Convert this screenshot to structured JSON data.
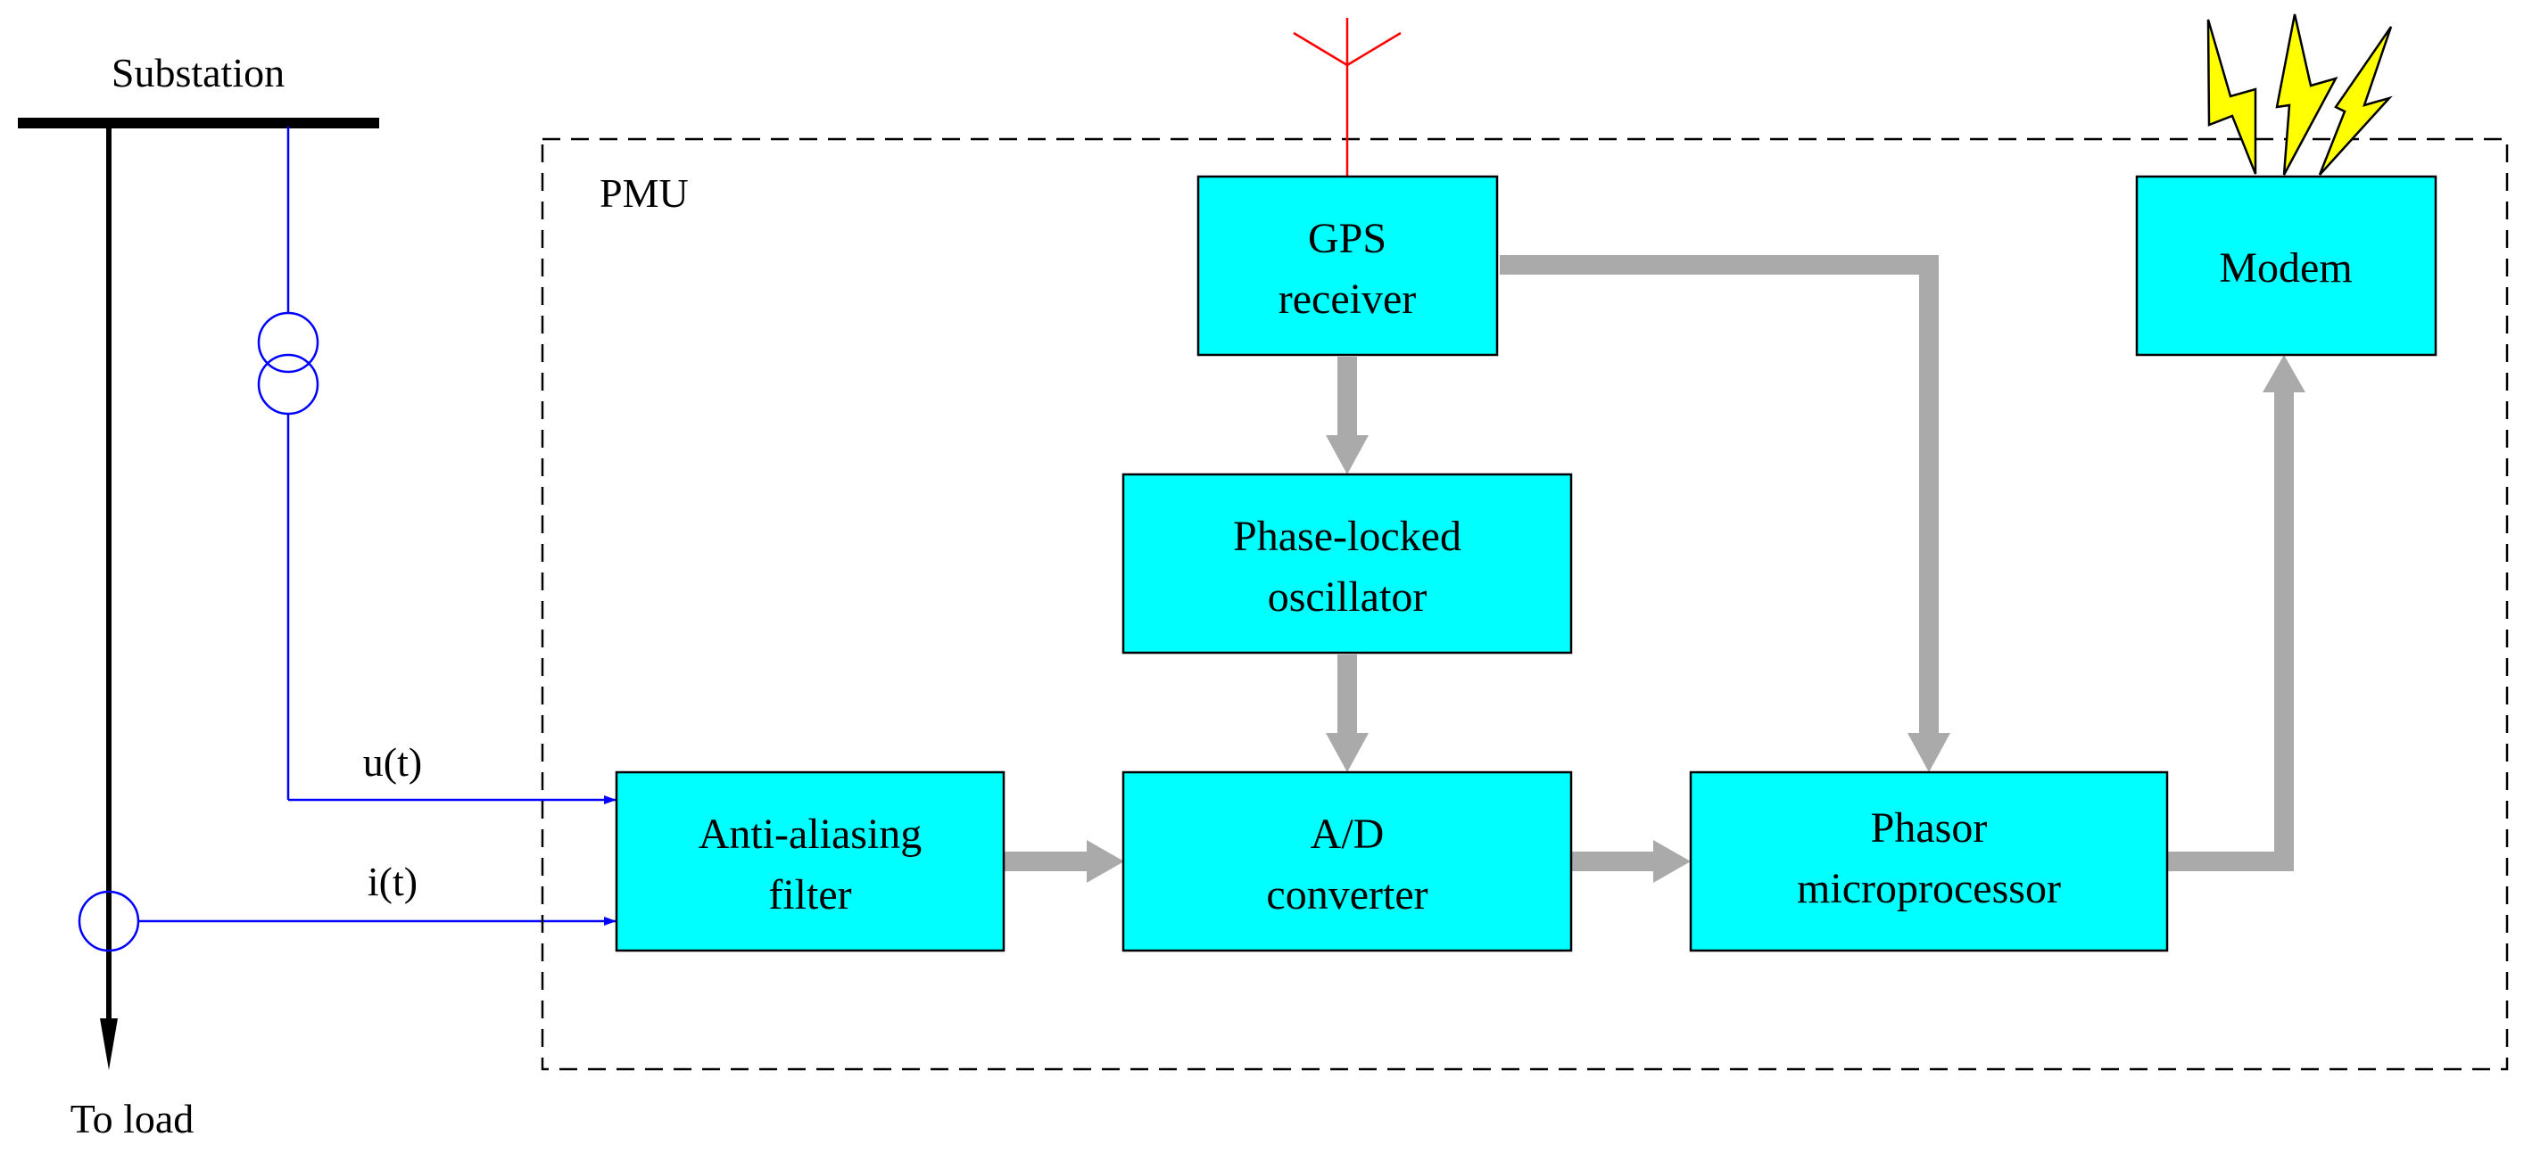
{
  "labels": {
    "substation": "Substation",
    "to_load": "To load",
    "pmu": "PMU",
    "voltage_signal": "u(t)",
    "current_signal": "i(t)"
  },
  "blocks": {
    "gps": [
      "GPS",
      "receiver"
    ],
    "modem": [
      "Modem"
    ],
    "pll": [
      "Phase-locked",
      "oscillator"
    ],
    "filter": [
      "Anti-aliasing",
      "filter"
    ],
    "adc": [
      "A/D",
      "converter"
    ],
    "phasor": [
      "Phasor",
      "microprocessor"
    ]
  },
  "colors": {
    "block_fill": "#00ffff",
    "signal_line": "#0000ff",
    "antenna": "#ff0000",
    "lightning": "#ffff00",
    "data_arrow": "#aaaaaa"
  }
}
